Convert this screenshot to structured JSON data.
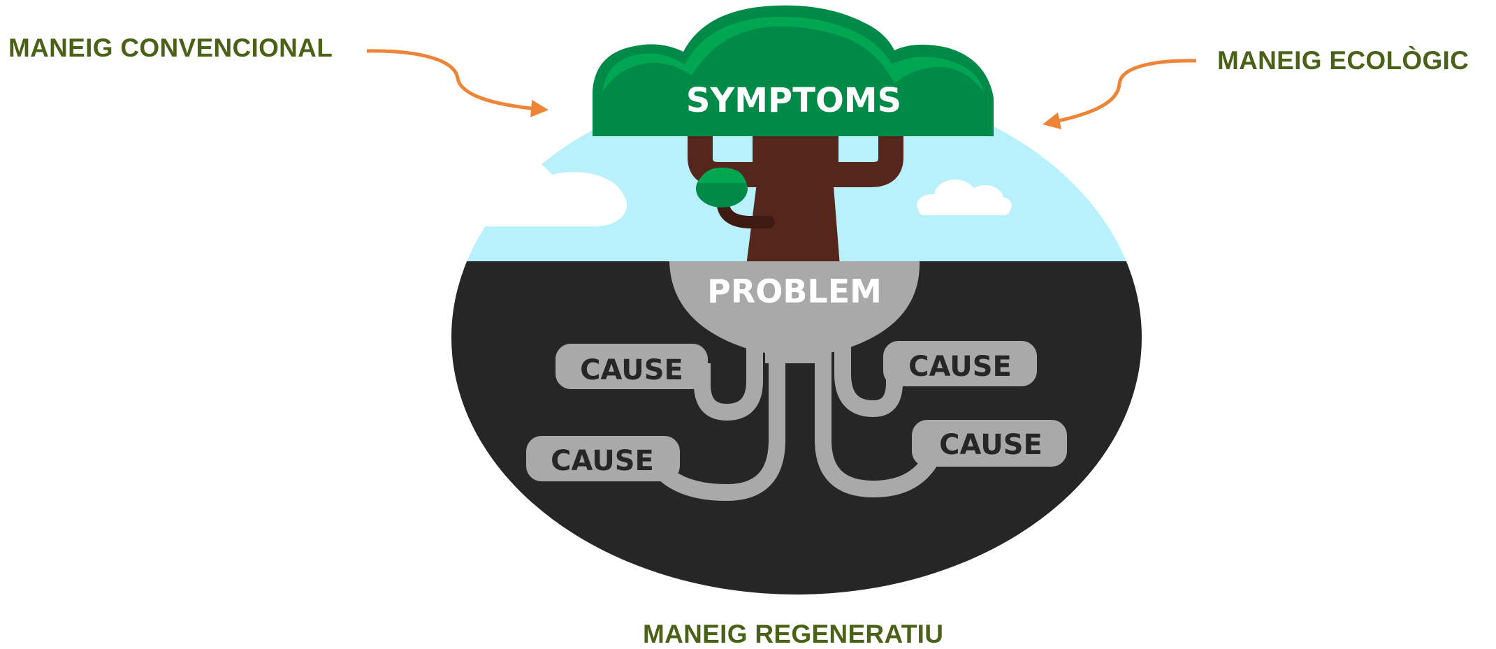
{
  "labels": {
    "conventional": "MANEIG CONVENCIONAL",
    "ecological": "MANEIG ECOLÒGIC",
    "regenerative": "MANEIG REGENERATIU"
  },
  "tree": {
    "crown_text": "SYMPTOMS",
    "core_text": "PROBLEM",
    "roots": [
      {
        "text": "CAUSE"
      },
      {
        "text": "CAUSE"
      },
      {
        "text": "CAUSE"
      },
      {
        "text": "CAUSE"
      }
    ]
  },
  "colors": {
    "label_text": "#4a6218",
    "arrow": "#ee8436",
    "sky": "#b8f0fb",
    "soil": "#262626",
    "crown_dark": "#008a48",
    "crown_light": "#00a651",
    "trunk": "#55271c",
    "root": "#a9a9a9",
    "cause_text": "#262626"
  }
}
